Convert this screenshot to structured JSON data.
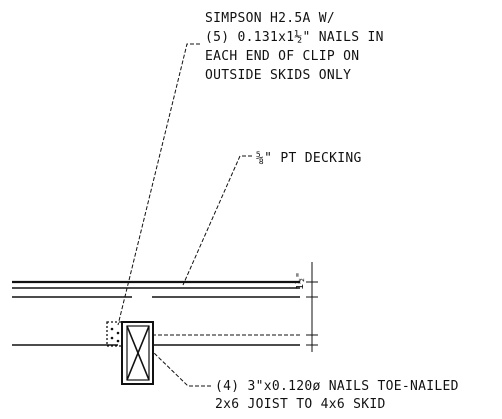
{
  "notes": {
    "clip_note": [
      "SIMPSON H2.5A W/",
      "(5) 0.131x1½\" NAILS IN",
      "EACH END OF CLIP ON",
      "OUTSIDE SKIDS ONLY"
    ],
    "decking_note": "⅝\" PT DECKING",
    "nail_note": [
      "(4) 3\"x0.120ø NAILS TOE-NAILED",
      "2x6 JOIST TO 4x6 SKID"
    ],
    "dimension_label": "1½\""
  }
}
